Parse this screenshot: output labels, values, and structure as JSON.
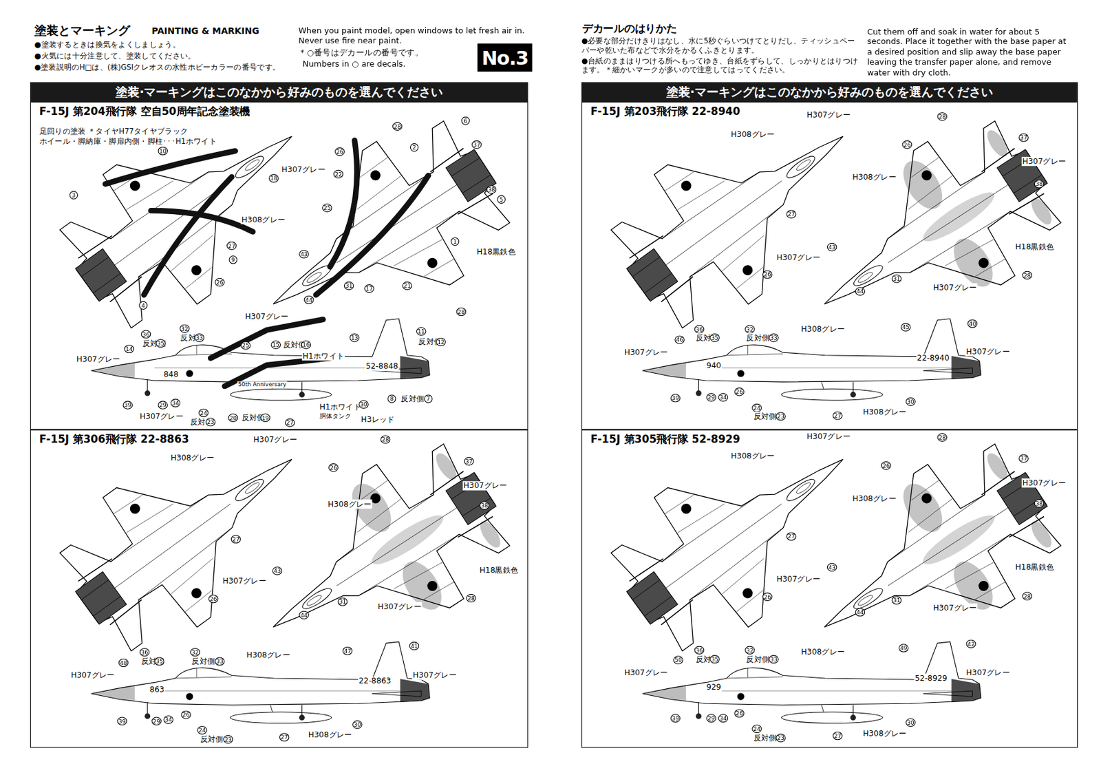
{
  "diagram": {
    "title": "塗装とマーキング",
    "nodes": [
      {
        "text": [
          "No.3"
        ]
      },
      {
        "text": [
          "塗装·マーキングはこのなかから好みのものを選んでください"
        ]
      },
      {
        "text": [
          "塗装·マーキングはこのなかから好みのものを選んでください"
        ]
      },
      {
        "text": [
          "F-15J 第204飛行隊 空自50周年記念塗装機"
        ]
      },
      {
        "text": [
          "F-15J 第306飛行隊 22-8863"
        ]
      },
      {
        "text": [
          "F-15J 第203飛行隊 22-8940"
        ]
      },
      {
        "text": [
          "F-15J 第305飛行隊 52-8929"
        ]
      }
    ],
    "labels": [
      "PAINTING & MARKING",
      "●塗装するときは換気をよくしましょう。",
      "●火気には十分注意して、塗装してください。",
      "●塗装説明のH□は、(株)GSIクレオスの水性ホビーカラーの番号です。",
      "When you paint model, open windows to let fresh air in.",
      "Never use fire near paint.",
      "＊○番号はデカールの番号です。",
      "Numbers in ○ are decals.",
      "デカールのはりかた",
      "●必要な部分だけきりはなし、水に5秒ぐらいつけてとりだし、ティッシュペーパーや乾いた布などで水分をかるくふきとります。",
      "●台紙のままはりつける所へもってゆき、台紙をずらして、しっかりとはりつけます。＊細かいマークが多いので注意してはってください。",
      "Cut them off and soak in water for about 5 seconds. Place it together with the base paper at a desired position and slip away the base paper leaving the transfer paper alone, and remove water with dry cloth.",
      "足回りの塗装 ＊タイヤH77タイヤブラック",
      "ホイール・脚納庫・脚扉内側・脚柱･･･H1ホワイト",
      "10",
      "H307グレー",
      "18",
      "3",
      "H308グレー",
      "27",
      "9",
      "26",
      "4",
      "28",
      "6",
      "2",
      "37",
      "26",
      "22",
      "25",
      "38",
      "5",
      "1",
      "H18黒鉄色",
      "43",
      "44",
      "31",
      "17",
      "21",
      "28",
      "H307グレー",
      "36",
      "反対側",
      "35",
      "32",
      "反対側",
      "33",
      "15",
      "反対側",
      "16",
      "13",
      "11",
      "反対側",
      "12",
      "14",
      "25",
      "H1ホワイト",
      "H307グレー",
      "848",
      "52-8848",
      "50th Anniversary",
      "39",
      "29",
      "34",
      "24",
      "H307グレー",
      "反対側",
      "23",
      "20",
      "反対側",
      "19",
      "27",
      "H1ホワイト",
      "胴体タンク",
      "H3レッド",
      "30",
      "8",
      "反対側",
      "7",
      "H307グレー",
      "H308グレー",
      "27",
      "26",
      "28",
      "26",
      "37",
      "H307グレー",
      "H308グレー",
      "38",
      "H18黒鉄色",
      "H307グレー",
      "43",
      "31",
      "44",
      "H307グレー",
      "28",
      "36",
      "反対側",
      "35",
      "32",
      "反対側",
      "33",
      "H308グレー",
      "48",
      "47",
      "41",
      "H307グレー",
      "863",
      "22-8863",
      "H307グレー",
      "39",
      "29",
      "34",
      "26",
      "24",
      "反対側",
      "23",
      "30",
      "27",
      "H308グレー",
      "H307グレー",
      "H308グレー",
      "27",
      "26",
      "28",
      "26",
      "37",
      "H307グレー",
      "H308グレー",
      "38",
      "H18黒鉄色",
      "H307グレー",
      "43",
      "31",
      "44",
      "H307グレー",
      "28",
      "36",
      "反対側",
      "35",
      "32",
      "反対側",
      "33",
      "H308グレー",
      "46",
      "45",
      "40",
      "H307グレー",
      "H307グレー",
      "940",
      "22-8940",
      "39",
      "29",
      "34",
      "26",
      "24",
      "反対側",
      "23",
      "30",
      "27",
      "H308グレー",
      "H307グレー",
      "H308グレー",
      "27",
      "26",
      "28",
      "26",
      "37",
      "H307グレー",
      "H308グレー",
      "38",
      "H18黒鉄色",
      "H307グレー",
      "43",
      "31",
      "44",
      "H307グレー",
      "28",
      "36",
      "反対側",
      "35",
      "32",
      "反対側",
      "33",
      "H308グレー",
      "50",
      "49",
      "42",
      "H307グレー",
      "H307グレー",
      "929",
      "52-8929",
      "39",
      "29",
      "34",
      "26",
      "24",
      "反対側",
      "23",
      "30",
      "27",
      "H308グレー"
    ]
  }
}
